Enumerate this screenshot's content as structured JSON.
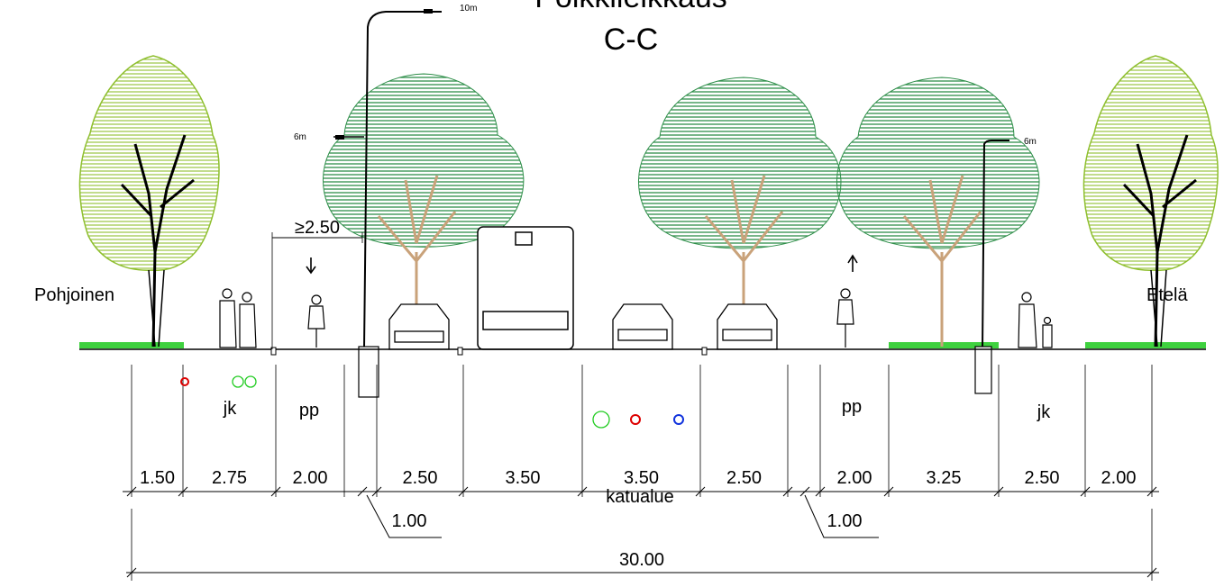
{
  "title": {
    "line1": "Poikkileikkaus",
    "line2": "C-C"
  },
  "sides": {
    "left": "Pohjoinen",
    "right": "Etelä"
  },
  "zone_labels": {
    "jk_left": "jk",
    "pp_left": "pp",
    "pp_right": "pp",
    "jk_right": "jk"
  },
  "lamp_heights": {
    "tall": "10m",
    "left_short": "6m",
    "right_short": "6m"
  },
  "min_width": "≥2.50",
  "lane_widths": [
    "1.50",
    "2.75",
    "2.00",
    "2.50",
    "3.50",
    "3.50",
    "2.50",
    "2.00",
    "3.25",
    "2.50",
    "2.00"
  ],
  "sub_widths": {
    "left": "1.00",
    "right": "1.00"
  },
  "street_area_label": "katualue",
  "total_width": "30.00",
  "utility_colors": {
    "green": "#22cc22",
    "red": "#dd0000",
    "blue": "#1133dd",
    "tree_dark": "#2f8f4a",
    "tree_light": "#8fbf2f",
    "trunk": "#c9a27a",
    "grass": "#3fd13f"
  }
}
